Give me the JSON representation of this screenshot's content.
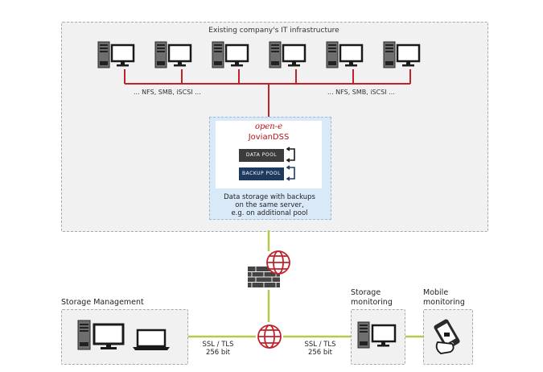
{
  "infrastructure": {
    "title": "Existing company's IT infrastructure",
    "protocols_left": "... NFS, SMB, iSCSI ...",
    "protocols_right": "... NFS, SMB, iSCSI ..."
  },
  "jovian": {
    "logo_open": "open-e",
    "logo_product": "JovianDSS",
    "data_pool": "DATA POOL",
    "backup_pool": "BACKUP POOL",
    "caption_lines": [
      "Data storage with backups",
      "on the same server,",
      "e.g. on additional pool"
    ]
  },
  "storage_management": {
    "label": "Storage Management"
  },
  "storage_monitoring": {
    "label_lines": [
      "Storage",
      "monitoring"
    ]
  },
  "mobile_monitoring": {
    "label_lines": [
      "Mobile",
      "monitoring"
    ]
  },
  "links": {
    "left_lines": [
      "SSL / TLS",
      "256 bit"
    ],
    "right_lines": [
      "SSL / TLS",
      "256 bit"
    ]
  },
  "colors": {
    "red_link": "#c0222b",
    "green_link": "#b8c84a",
    "pool_dark": "#3c3c3c",
    "pool_blue": "#1e3a5f"
  },
  "icons": [
    "server-icon",
    "monitor-icon",
    "laptop-icon",
    "firewall-icon",
    "globe-icon",
    "smartphone-icon",
    "sync-icon"
  ]
}
